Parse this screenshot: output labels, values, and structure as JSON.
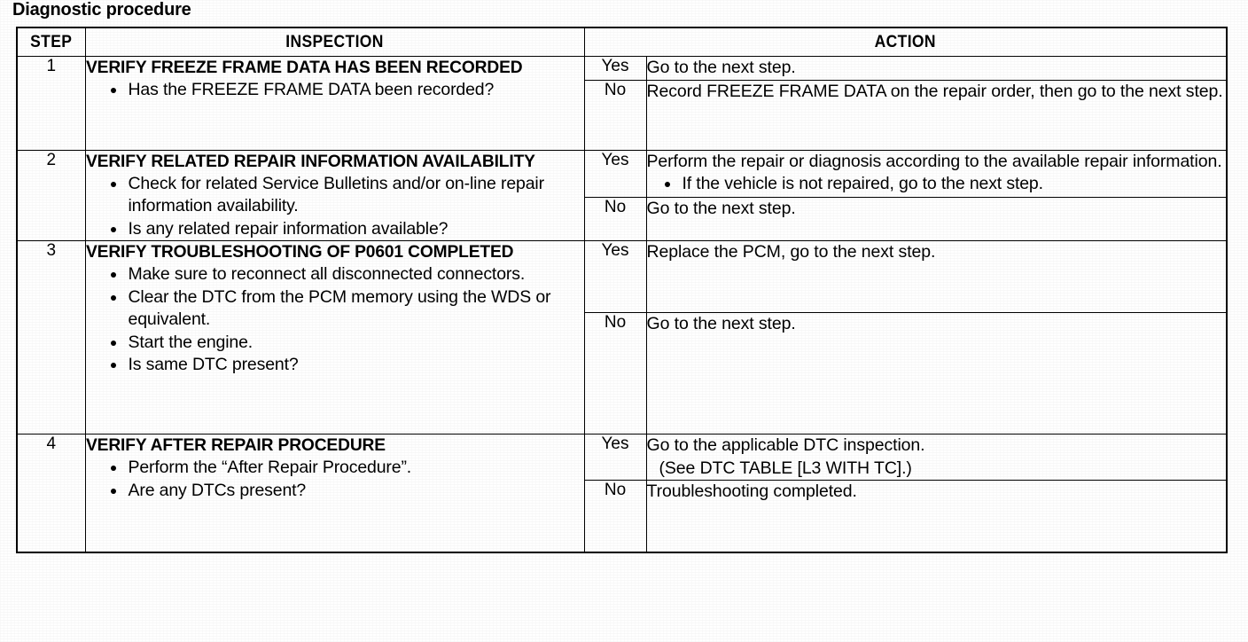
{
  "document": {
    "title": "Diagnostic procedure"
  },
  "table": {
    "headers": {
      "step": "STEP",
      "inspection": "INSPECTION",
      "action": "ACTION"
    },
    "answers": {
      "yes": "Yes",
      "no": "No"
    },
    "rows": [
      {
        "step": "1",
        "inspection_heading": "VERIFY FREEZE FRAME DATA HAS BEEN RECORDED",
        "inspection_bullets": [
          "Has the FREEZE FRAME DATA been recorded?"
        ],
        "yes_label": "Yes",
        "yes_action": "Go to the next step.",
        "yes_action_bullets": [],
        "yes_action_extra": "",
        "no_label": "No",
        "no_action": "Record FREEZE FRAME DATA on the repair order, then go to the next step."
      },
      {
        "step": "2",
        "inspection_heading": "VERIFY RELATED REPAIR INFORMATION AVAILABILITY",
        "inspection_bullets": [
          "Check for related Service Bulletins and/or on-line repair information availability.",
          "Is any related repair information available?"
        ],
        "yes_label": "Yes",
        "yes_action": "Perform the repair or diagnosis according to the available repair information.",
        "yes_action_bullets": [
          "If the vehicle is not repaired, go to the next step."
        ],
        "yes_action_extra": "",
        "no_label": "No",
        "no_action": "Go to the next step."
      },
      {
        "step": "3",
        "inspection_heading": "VERIFY TROUBLESHOOTING OF P0601 COMPLETED",
        "inspection_bullets": [
          "Make sure to reconnect all disconnected connectors.",
          "Clear the DTC from the PCM memory using the WDS or equivalent.",
          "Start the engine.",
          "Is same DTC present?"
        ],
        "yes_label": "Yes",
        "yes_action": "Replace the PCM, go to the next step.",
        "yes_action_bullets": [],
        "yes_action_extra": "",
        "no_label": "No",
        "no_action": "Go to the next step."
      },
      {
        "step": "4",
        "inspection_heading": "VERIFY AFTER REPAIR PROCEDURE",
        "inspection_bullets": [
          "Perform the “After Repair Procedure”.",
          "Are any DTCs present?"
        ],
        "yes_label": "Yes",
        "yes_action": "Go to the applicable DTC inspection.",
        "yes_action_bullets": [],
        "yes_action_extra": "(See DTC TABLE [L3 WITH TC].)",
        "no_label": "No",
        "no_action": "Troubleshooting completed."
      }
    ]
  },
  "colors": {
    "ink": "#000000",
    "paper": "#ffffff"
  }
}
